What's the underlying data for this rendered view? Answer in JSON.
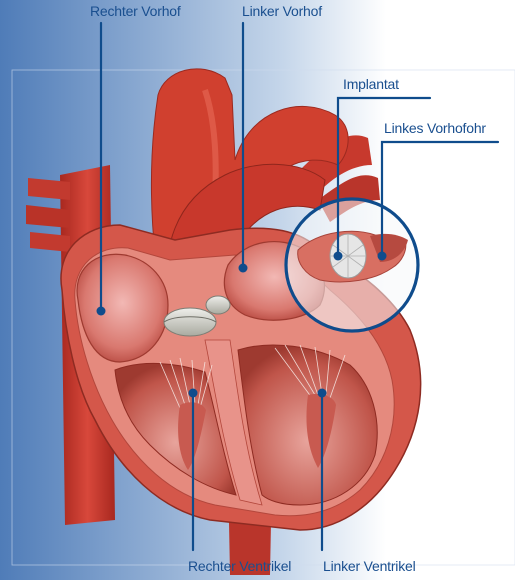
{
  "labels": {
    "right_atrium": "Rechter Vorhof",
    "left_atrium": "Linker Vorhof",
    "implant": "Implantat",
    "left_atrial_appendage": "Linkes Vorhofohr",
    "right_ventricle": "Rechter Ventrikel",
    "left_ventricle": "Linker Ventrikel"
  },
  "colors": {
    "label_text": "#1a4f8f",
    "leader_line": "#0f4c8c",
    "background_blue": "#5b86c0",
    "heart_red": "#c8392f",
    "chamber_pink": "#e9a0a0",
    "implant": "#d9d9d9"
  }
}
